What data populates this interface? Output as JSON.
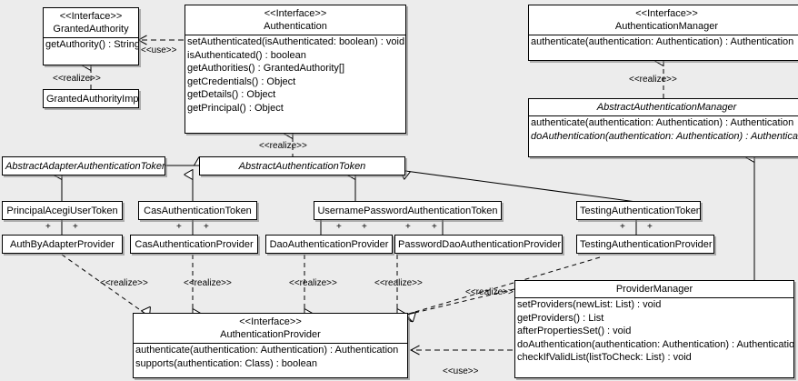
{
  "diagram": {
    "kind": "uml-class-diagram",
    "background": "#ececec",
    "line_color": "#000000",
    "box_fill": "#ffffff"
  },
  "stereotypes": {
    "interface": "<<Interface>>",
    "realize": "<<realize>>",
    "use": "<<use>>",
    "plus": "+"
  },
  "classes": {
    "granted_authority": {
      "stereotype": "<<Interface>>",
      "name": "GrantedAuthority",
      "methods": [
        "getAuthority() : String"
      ]
    },
    "granted_authority_impl": {
      "name": "GrantedAuthorityImpl"
    },
    "authentication": {
      "stereotype": "<<Interface>>",
      "name": "Authentication",
      "methods": [
        "setAuthenticated(isAuthenticated: boolean) : void",
        "isAuthenticated() : boolean",
        "getAuthorities() : GrantedAuthority[]",
        "getCredentials() : Object",
        "getDetails() : Object",
        "getPrincipal() : Object"
      ]
    },
    "authentication_manager": {
      "stereotype": "<<Interface>>",
      "name": "AuthenticationManager",
      "methods": [
        "authenticate(authentication: Authentication) : Authentication"
      ]
    },
    "abstract_authentication_manager": {
      "name": "AbstractAuthenticationManager",
      "abstract": true,
      "methods": [
        "authenticate(authentication: Authentication) : Authentication",
        "doAuthentication(authentication: Authentication) : Authentication"
      ]
    },
    "abstract_adapter_authentication_token": {
      "name": "AbstractAdapterAuthenticationToken",
      "abstract": true
    },
    "abstract_authentication_token": {
      "name": "AbstractAuthenticationToken",
      "abstract": true
    },
    "principal_acegi_user_token": {
      "name": "PrincipalAcegiUserToken"
    },
    "cas_authentication_token": {
      "name": "CasAuthenticationToken"
    },
    "username_password_authentication_token": {
      "name": "UsernamePasswordAuthenticationToken"
    },
    "testing_authentication_token": {
      "name": "TestingAuthenticationToken"
    },
    "auth_by_adapter_provider": {
      "name": "AuthByAdapterProvider"
    },
    "cas_authentication_provider": {
      "name": "CasAuthenticationProvider"
    },
    "dao_authentication_provider": {
      "name": "DaoAuthenticationProvider"
    },
    "password_dao_authentication_provider": {
      "name": "PasswordDaoAuthenticationProvider"
    },
    "testing_authentication_provider": {
      "name": "TestingAuthenticationProvider"
    },
    "authentication_provider": {
      "stereotype": "<<Interface>>",
      "name": "AuthenticationProvider",
      "methods": [
        "authenticate(authentication: Authentication) : Authentication",
        "supports(authentication: Class) : boolean"
      ]
    },
    "provider_manager": {
      "name": "ProviderManager",
      "methods": [
        "setProviders(newList: List) : void",
        "getProviders() : List",
        "afterPropertiesSet() : void",
        "doAuthentication(authentication: Authentication) : Authentication",
        "checkIfValidList(listToCheck: List) : void"
      ]
    }
  },
  "relationship_labels": {
    "use_authentication_granted": "<<use>>",
    "realize_granted_impl": "<<realize>>",
    "realize_auth_token": "<<realize>>",
    "realize_abstract_manager": "<<realize>>",
    "realize_auth_by_adapter": "<<realize>>",
    "realize_cas_provider": "<<realize>>",
    "realize_dao_provider": "<<realize>>",
    "realize_password_dao_provider": "<<realize>>",
    "realize_provider_manager": "<<realize>>",
    "use_provider_manager": "<<use>>"
  }
}
